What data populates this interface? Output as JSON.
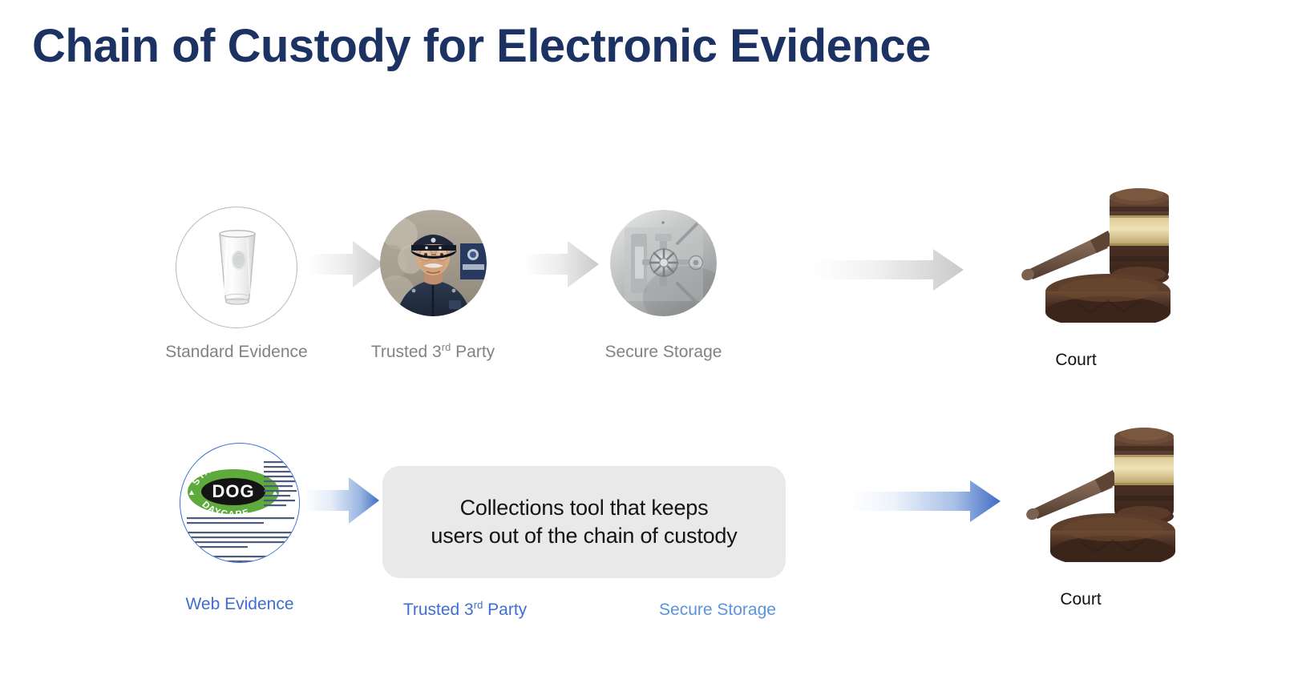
{
  "slide": {
    "title": "Chain of Custody for Electronic Evidence",
    "title_color": "#1b3263",
    "background": "#ffffff"
  },
  "colors": {
    "title_navy": "#1b3263",
    "label_gray": "#808285",
    "label_blue": "#3d6fd0",
    "label_blue_light": "#5b94de",
    "label_black": "#111111",
    "callout_bg": "#e9e9e9",
    "arrow_gray_start": "#ffffff",
    "arrow_gray_end": "#c9cacb",
    "arrow_blue_start": "#ffffff",
    "arrow_blue_end": "#3f6cc4",
    "circle_outline_gray": "#b9b9b9",
    "circle_outline_blue": "#3a6fd8"
  },
  "rows": [
    {
      "name": "physical-evidence-row",
      "nodes": [
        {
          "id": "standard-evidence",
          "label": "Standard Evidence",
          "label_style": "gray",
          "icon": "drinking-glass-with-fingerprint-photo"
        },
        {
          "id": "trusted-third-party",
          "label_prefix": "Trusted 3",
          "label_sup": "rd",
          "label_suffix": " Party",
          "label_style": "gray",
          "icon": "police-officer-photo"
        },
        {
          "id": "secure-storage",
          "label": "Secure Storage",
          "label_style": "gray",
          "icon": "bank-vault-door-photo"
        },
        {
          "id": "court",
          "label": "Court",
          "label_style": "black",
          "icon": "gavel-photo"
        }
      ],
      "arrows": [
        {
          "id": "arrow-evidence-to-party",
          "style": "gray"
        },
        {
          "id": "arrow-party-to-storage",
          "style": "gray"
        },
        {
          "id": "arrow-storage-to-court",
          "style": "gray"
        }
      ]
    },
    {
      "name": "web-evidence-row",
      "nodes": [
        {
          "id": "web-evidence",
          "label": "Web Evidence",
          "label_style": "blue",
          "icon": "web-page-screenshot-starbarks-dog-daycare"
        },
        {
          "id": "trusted-third-party-2",
          "label_prefix": "Trusted 3",
          "label_sup": "rd",
          "label_suffix": " Party",
          "label_style": "blue",
          "icon": "none"
        },
        {
          "id": "secure-storage-2",
          "label": "Secure Storage",
          "label_style": "blue-light",
          "icon": "none"
        },
        {
          "id": "court-2",
          "label": "Court",
          "label_style": "black",
          "icon": "gavel-photo"
        }
      ],
      "callout": {
        "id": "collections-tool-callout",
        "lines": [
          "Collections tool that keeps",
          "users out of the chain of custody"
        ]
      },
      "arrows": [
        {
          "id": "arrow-web-evidence-to-callout",
          "style": "blue"
        },
        {
          "id": "arrow-callout-to-court",
          "style": "blue"
        }
      ]
    }
  ],
  "web_evidence_image": {
    "logo_top_text": "STARBARKS",
    "logo_center_text": "DOG",
    "logo_bottom_text": "DAYCARE"
  }
}
